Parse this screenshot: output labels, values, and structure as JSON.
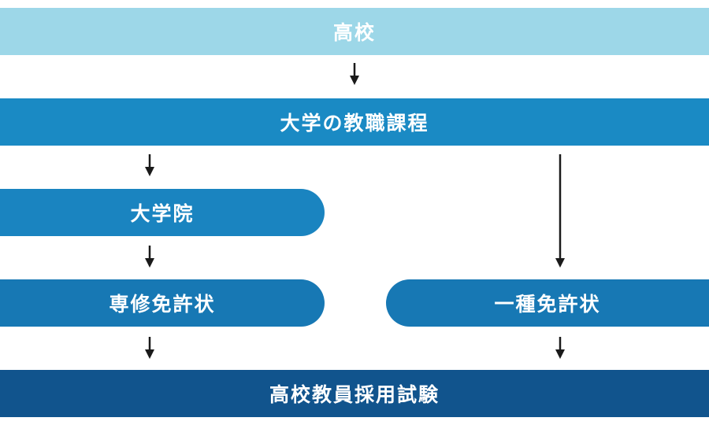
{
  "nodes": {
    "high_school": {
      "label": "高校",
      "color": "#9dd7e8"
    },
    "university": {
      "label": "大学の教職課程",
      "color": "#1a8ac4"
    },
    "graduate_school": {
      "label": "大学院",
      "color": "#1a84c0"
    },
    "senshu_license": {
      "label": "専修免許状",
      "color": "#1778b4"
    },
    "isshu_license": {
      "label": "一種免許状",
      "color": "#1778b4"
    },
    "exam": {
      "label": "高校教員採用試験",
      "color": "#11548d"
    }
  },
  "arrow_color": "#1a1a1a"
}
